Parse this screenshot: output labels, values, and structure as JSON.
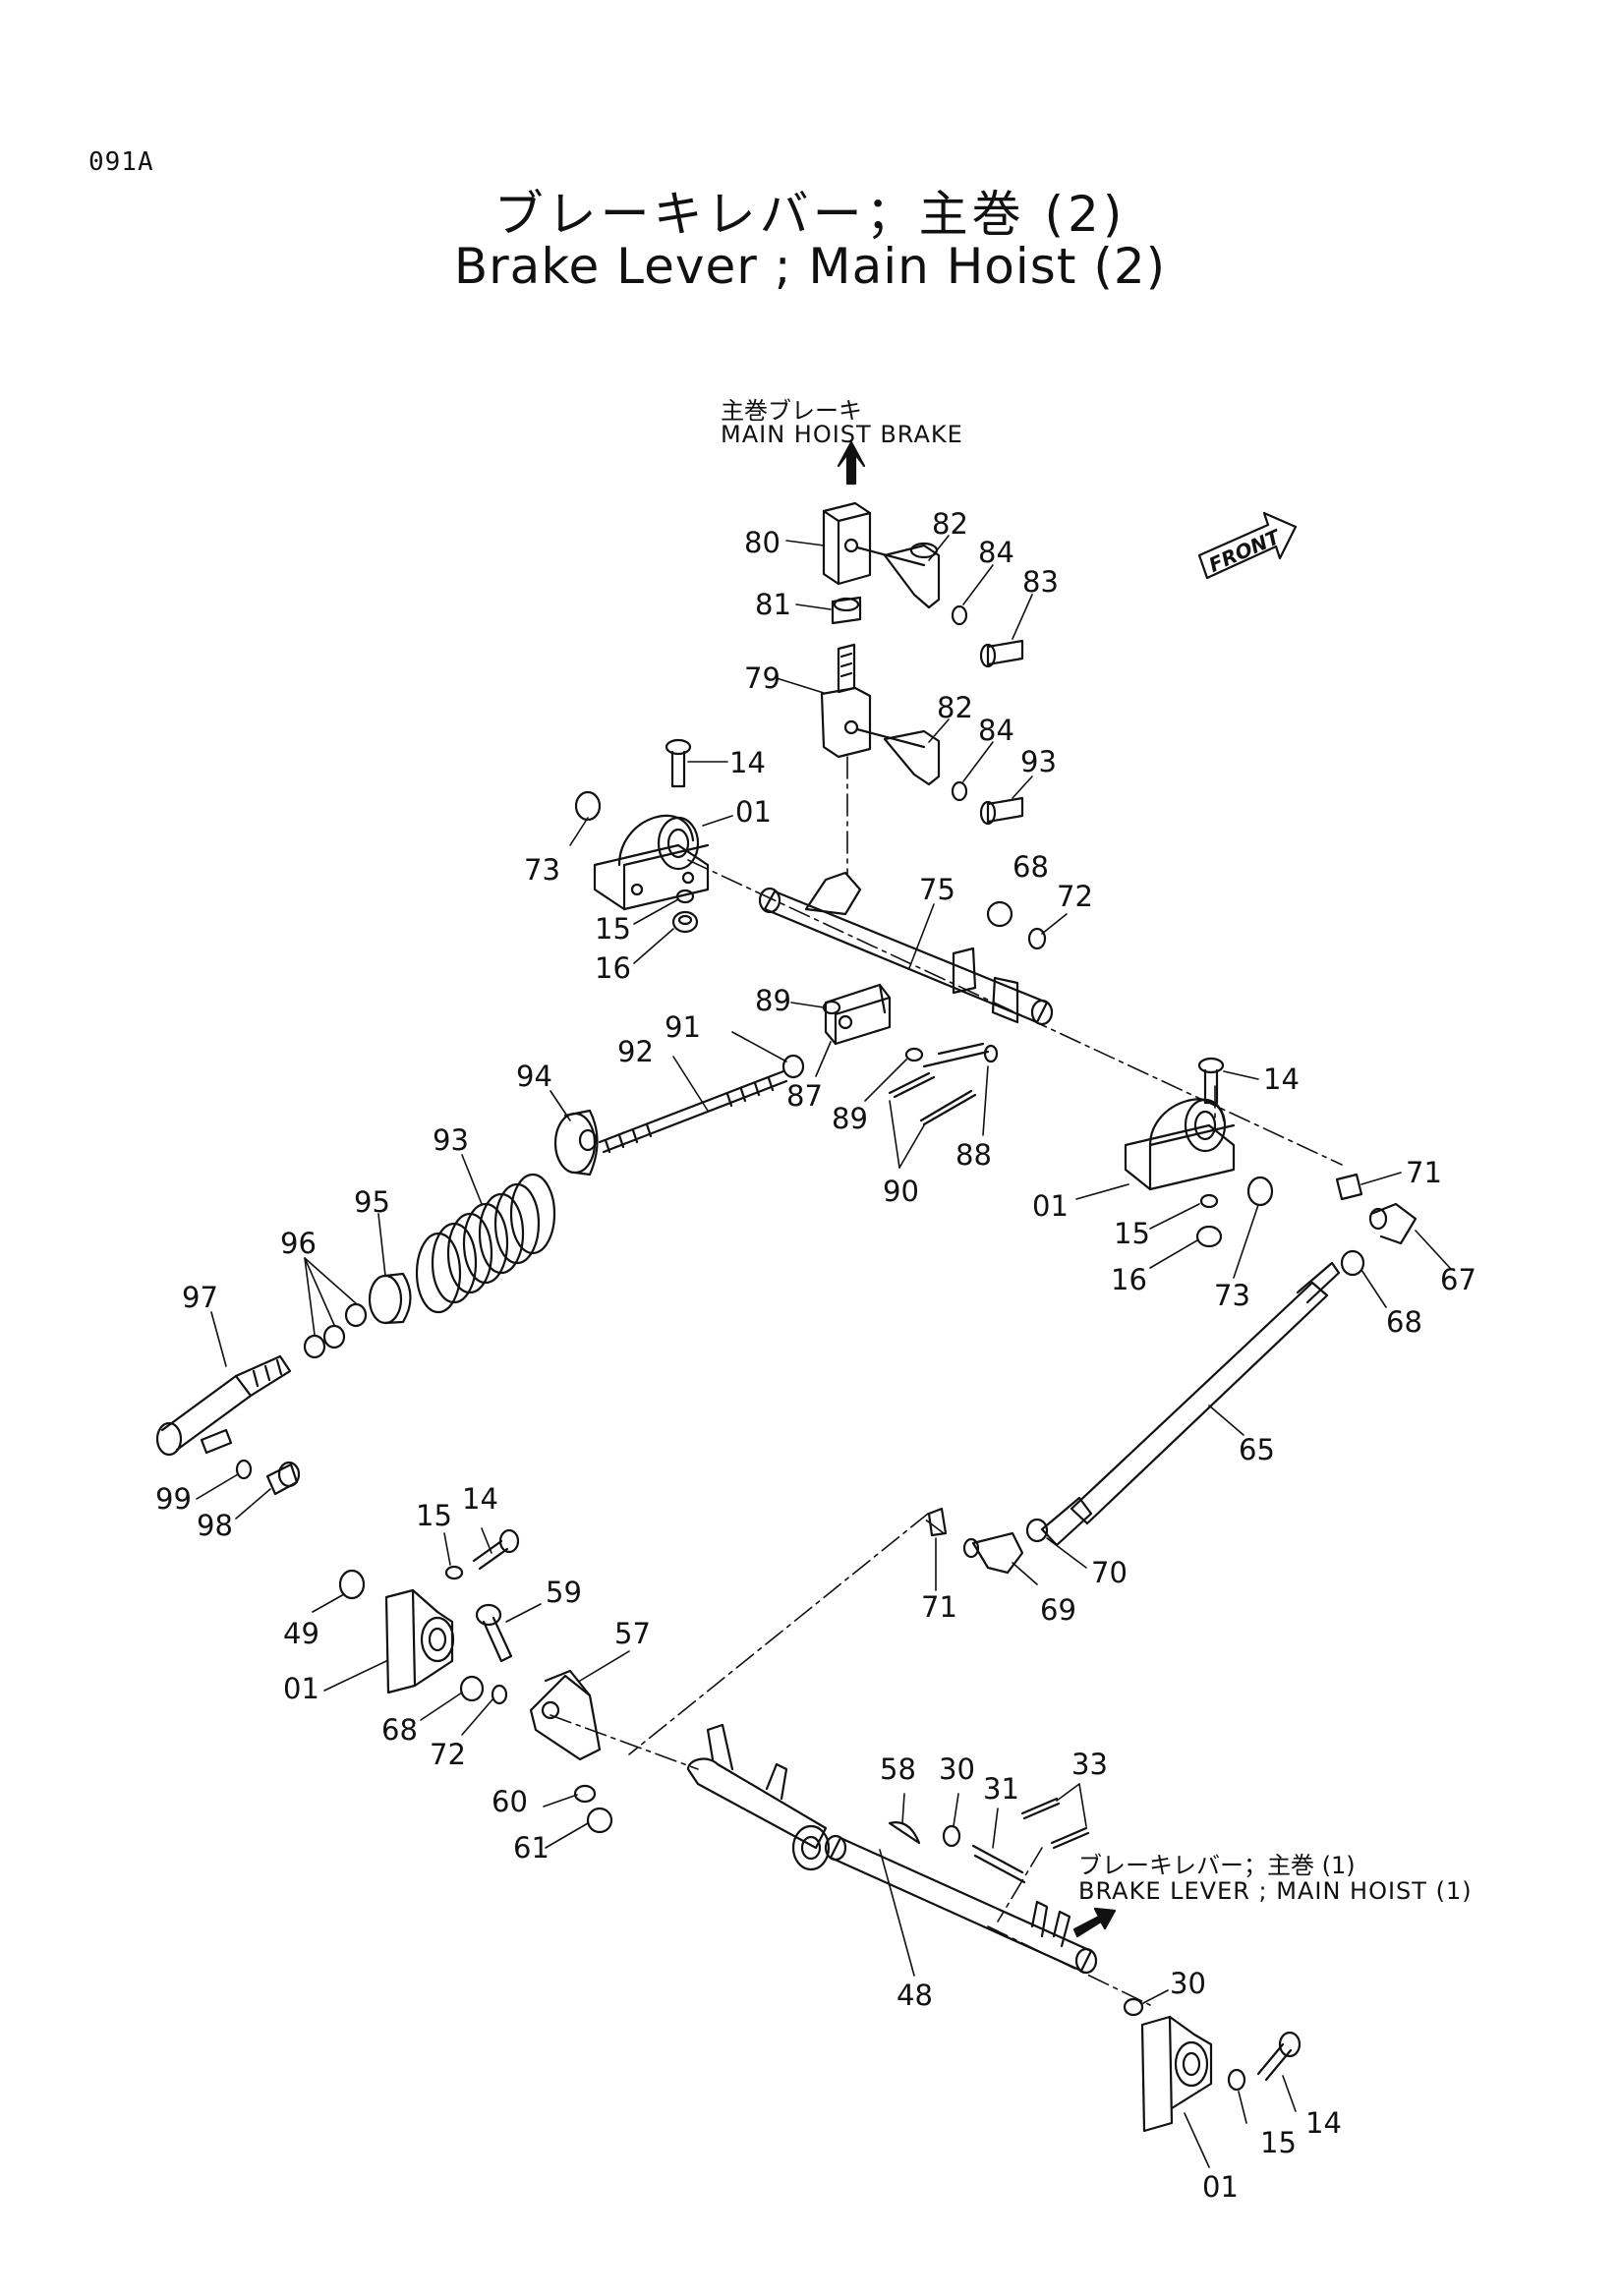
{
  "page_id": "091A",
  "title_jp": "ブレーキレバー；主巻 (2)",
  "title_en": "Brake Lever ; Main Hoist (2)",
  "main_hoist_brake_jp": "主巻ブレーキ",
  "main_hoist_brake_en": "MAIN HOIST BRAKE",
  "front_label": "FRONT",
  "ref_jp": "ブレーキレバー；主巻 (1)",
  "ref_en": "BRAKE LEVER ; MAIN HOIST (1)",
  "callouts": [
    {
      "id": "c80",
      "text": "80"
    },
    {
      "id": "c82a",
      "text": "82"
    },
    {
      "id": "c84a",
      "text": "84"
    },
    {
      "id": "c83",
      "text": "83"
    },
    {
      "id": "c81",
      "text": "81"
    },
    {
      "id": "c79",
      "text": "79"
    },
    {
      "id": "c82b",
      "text": "82"
    },
    {
      "id": "c84b",
      "text": "84"
    },
    {
      "id": "c93a",
      "text": "93"
    },
    {
      "id": "c14a",
      "text": "14"
    },
    {
      "id": "c01a",
      "text": "01"
    },
    {
      "id": "c73a",
      "text": "73"
    },
    {
      "id": "c15a",
      "text": "15"
    },
    {
      "id": "c16a",
      "text": "16"
    },
    {
      "id": "c75",
      "text": "75"
    },
    {
      "id": "c68a",
      "text": "68"
    },
    {
      "id": "c72a",
      "text": "72"
    },
    {
      "id": "c89a",
      "text": "89"
    },
    {
      "id": "c91",
      "text": "91"
    },
    {
      "id": "c92",
      "text": "92"
    },
    {
      "id": "c87",
      "text": "87"
    },
    {
      "id": "c89b",
      "text": "89"
    },
    {
      "id": "c88",
      "text": "88"
    },
    {
      "id": "c90",
      "text": "90"
    },
    {
      "id": "c94",
      "text": "94"
    },
    {
      "id": "c93b",
      "text": "93"
    },
    {
      "id": "c95",
      "text": "95"
    },
    {
      "id": "c96",
      "text": "96"
    },
    {
      "id": "c97",
      "text": "97"
    },
    {
      "id": "c99",
      "text": "99"
    },
    {
      "id": "c98",
      "text": "98"
    },
    {
      "id": "c14b",
      "text": "14"
    },
    {
      "id": "c01b",
      "text": "01"
    },
    {
      "id": "c15b",
      "text": "15"
    },
    {
      "id": "c16b",
      "text": "16"
    },
    {
      "id": "c73b",
      "text": "73"
    },
    {
      "id": "c71a",
      "text": "71"
    },
    {
      "id": "c67",
      "text": "67"
    },
    {
      "id": "c68b",
      "text": "68"
    },
    {
      "id": "c65",
      "text": "65"
    },
    {
      "id": "c70",
      "text": "70"
    },
    {
      "id": "c69",
      "text": "69"
    },
    {
      "id": "c71b",
      "text": "71"
    },
    {
      "id": "c15c",
      "text": "15"
    },
    {
      "id": "c14c",
      "text": "14"
    },
    {
      "id": "c49",
      "text": "49"
    },
    {
      "id": "c59",
      "text": "59"
    },
    {
      "id": "c01c",
      "text": "01"
    },
    {
      "id": "c57",
      "text": "57"
    },
    {
      "id": "c68c",
      "text": "68"
    },
    {
      "id": "c72b",
      "text": "72"
    },
    {
      "id": "c60",
      "text": "60"
    },
    {
      "id": "c61",
      "text": "61"
    },
    {
      "id": "c58",
      "text": "58"
    },
    {
      "id": "c30a",
      "text": "30"
    },
    {
      "id": "c31",
      "text": "31"
    },
    {
      "id": "c33",
      "text": "33"
    },
    {
      "id": "c48",
      "text": "48"
    },
    {
      "id": "c30b",
      "text": "30"
    },
    {
      "id": "c14d",
      "text": "14"
    },
    {
      "id": "c15d",
      "text": "15"
    },
    {
      "id": "c01d",
      "text": "01"
    }
  ]
}
